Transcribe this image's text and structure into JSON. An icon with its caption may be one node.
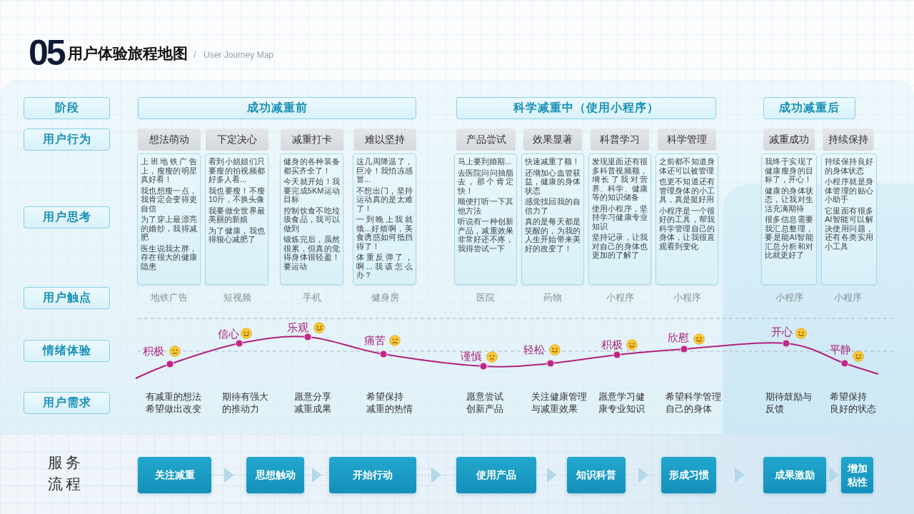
{
  "diagram": {
    "title": "用户体验旅程地图",
    "nodes": [
      {
        "text": [
          "阶段"
        ]
      },
      {
        "text": [
          "成功减重前"
        ]
      },
      {
        "text": [
          "科学减重中（使用小程序）"
        ]
      },
      {
        "text": [
          "成功减重后"
        ]
      },
      {
        "text": [
          "用户行为"
        ]
      },
      {
        "text": [
          "想法萌动"
        ]
      },
      {
        "text": [
          "下定决心"
        ]
      },
      {
        "text": [
          "减重打卡"
        ]
      },
      {
        "text": [
          "难以坚持"
        ]
      },
      {
        "text": [
          "产品尝试"
        ]
      },
      {
        "text": [
          "效果显著"
        ]
      },
      {
        "text": [
          "科普学习"
        ]
      },
      {
        "text": [
          "科学管理"
        ]
      },
      {
        "text": [
          "减重成功"
        ]
      },
      {
        "text": [
          "持续保持"
        ]
      },
      {
        "text": [
          "用户思考"
        ]
      },
      {
        "text": [
          "上班地铁广告上，瘦瘦的明星真好看！",
          "我也想瘦一点，我肯定会变得更自信",
          "为了穿上最漂亮的婚纱，我得减肥",
          "医生说我太胖，存在很大的健康隐患"
        ]
      },
      {
        "text": [
          "看到小姐姐们只要瘦的拍视频都好多人看...",
          "我也要瘦！不瘦10斤，不换头像",
          "我要做全世界最美丽的新娘",
          "为了健康，我也得狠心减肥了"
        ]
      },
      {
        "text": [
          "健身的各种装备都买齐全了！",
          "今天就开始！我要完成5KM运动目标",
          "控制饮食不吃垃圾食品，我可以做到",
          "锻炼完后，虽然很累，但真的觉得身体很轻盈！要运动"
        ]
      },
      {
        "text": [
          "这几周降温了，巨冷！我怕冻感冒...",
          "不想出门，坚持运动真的是太难了！",
          "一到晚上我就饿...好烦啊，美食诱惑如何抵挡得了！",
          "体重反弹了，啊...我该怎么办？"
        ]
      },
      {
        "text": [
          "马上要到婚期...",
          "去医院问问抽脂去，那个肯定快！",
          "顺便打听一下其他方法",
          "听说有一种创新产品，减重效果非常好还不疼，我得尝试一下"
        ]
      },
      {
        "text": [
          "快速减重了额！",
          "还增加心血管获益，健康的身体状态",
          "感觉找回我的自信力了",
          "真的是每天都是笑醒的，为我的人生开始带来美好的改变了！"
        ]
      },
      {
        "text": [
          "发现里面还有很多科普视频额，增长了我对营养、科学、健康等的知识储备",
          "使用小程序，坚持学习健康专业知识",
          "坚持记录，让我对自己的身体也更加的了解了"
        ]
      },
      {
        "text": [
          "之前都不知道身体还可以被管理",
          "也更不知道还有管理身体的小工具，真是挺好用",
          "小程序是一个很好的工具，帮我科学管理自己的身体，让我很直观看到变化"
        ]
      },
      {
        "text": [
          "我终于实现了健康瘦身的目标了，开心！",
          "健康的身体状态，让我对生活充满期待",
          "很多信息需要我汇总整理，要是能AI智能汇总分析和对比就更好了"
        ]
      },
      {
        "text": [
          "持续保持良好的身体状态",
          "小程序就是身体管理的贴心小助手",
          "它里面有很多AI智能可以解决使用问题，还有各类实用小工具"
        ]
      },
      {
        "text": [
          "用户触点"
        ]
      },
      {
        "text": [
          "情绪体验"
        ]
      },
      {
        "text": [
          "用户需求"
        ]
      },
      {
        "text": [
          "关注减重"
        ]
      },
      {
        "text": [
          "思想触动"
        ]
      },
      {
        "text": [
          "开始行动"
        ]
      },
      {
        "text": [
          "使用产品"
        ]
      },
      {
        "text": [
          "知识科普"
        ]
      },
      {
        "text": [
          "形成习惯"
        ]
      },
      {
        "text": [
          "成果激励"
        ]
      },
      {
        "text": [
          "增加粘性"
        ]
      }
    ],
    "edges": [
      {
        "from": 29,
        "to": 30,
        "arrow": "to"
      },
      {
        "from": 30,
        "to": 31,
        "arrow": "to"
      },
      {
        "from": 31,
        "to": 32,
        "arrow": "to"
      },
      {
        "from": 32,
        "to": 33,
        "arrow": "to"
      },
      {
        "from": 33,
        "to": 34,
        "arrow": "to"
      },
      {
        "from": 34,
        "to": 35,
        "arrow": "to"
      },
      {
        "from": 35,
        "to": 36,
        "arrow": "to"
      }
    ],
    "labels": [
      "05",
      "/",
      "User Journey Map",
      "地铁广告",
      "短视频",
      "手机",
      "健身房",
      "医院",
      "药物",
      "小程序",
      "小程序",
      "小程序",
      "小程序",
      "积极",
      "信心",
      "乐观",
      "痛苦",
      "谨慎",
      "轻松",
      "积极",
      "欣慰",
      "开心",
      "平静",
      "有减重的想法希望做出改变",
      "期待有强大的推动力",
      "愿意分享减重成果",
      "希望保持减重的热情",
      "愿意尝试创新产品",
      "关注健康管理与减重效果",
      "愿意学习健康专业知识",
      "希望科学管理自己的身体",
      "期待鼓励与反馈",
      "希望保持良好的状态",
      "服务流程"
    ]
  }
}
